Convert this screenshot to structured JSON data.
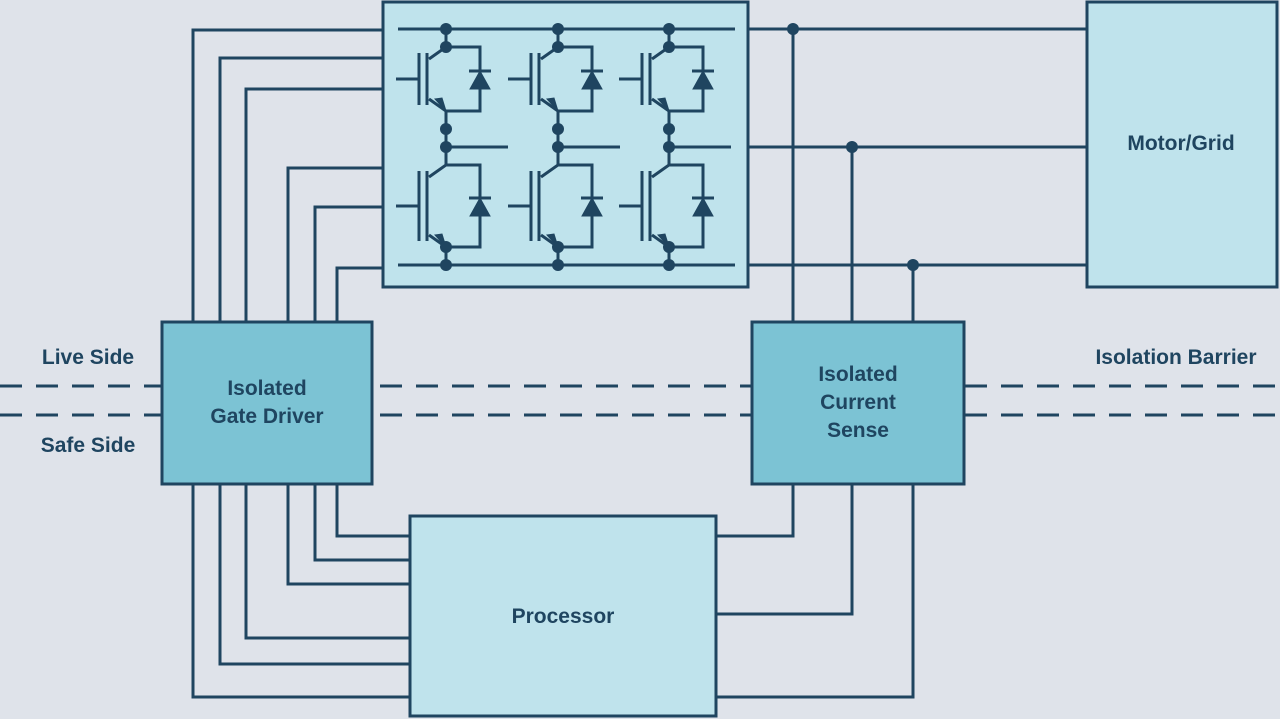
{
  "labels": {
    "live_side": "Live Side",
    "safe_side": "Safe Side",
    "isolation_barrier": "Isolation Barrier"
  },
  "blocks": {
    "gate_driver": {
      "line1": "Isolated",
      "line2": "Gate Driver"
    },
    "current_sense": {
      "line1": "Isolated",
      "line2": "Current",
      "line3": "Sense"
    },
    "processor": {
      "label": "Processor"
    },
    "motor_grid": {
      "label": "Motor/Grid"
    },
    "inverter_bridge": {
      "switch_count": 6,
      "phases": 3
    }
  },
  "colors": {
    "background": "#dfe3ea",
    "block_fill_dark": "#7cc3d4",
    "block_fill_light": "#bfe3ec",
    "stroke": "#1f4560",
    "text": "#1f4560"
  }
}
